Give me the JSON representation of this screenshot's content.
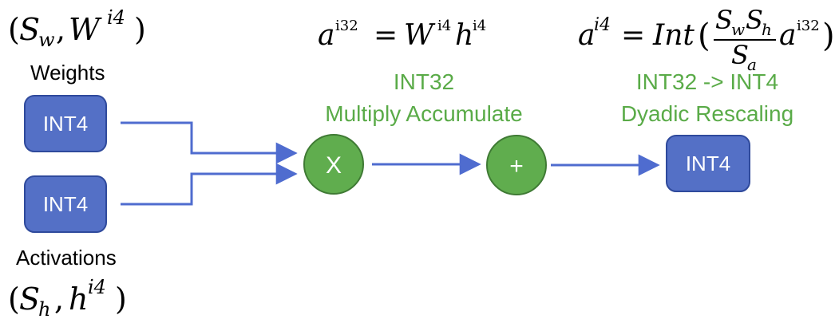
{
  "formulas": {
    "weights_tuple": {
      "open": "(",
      "s": "S",
      "s_sub": "w",
      "comma": ",",
      "var": "W",
      "var_sup": "i4",
      "close": ")"
    },
    "activations_tuple": {
      "open": "(",
      "s": "S",
      "s_sub": "h",
      "comma": ",",
      "var": "h",
      "var_sup": "i4",
      "close": ")"
    },
    "mac": {
      "lhs": "a",
      "lhs_sup": "i32",
      "eq": "=",
      "w": "W",
      "w_sup": "i4",
      "h": "h",
      "h_sup": "i4"
    },
    "rescale": {
      "lhs": "a",
      "lhs_sup": "i4",
      "eq": "=",
      "func": "Int",
      "open": "(",
      "num_s1": "S",
      "num_s1_sub": "w",
      "num_s2": "S",
      "num_s2_sub": "h",
      "den_s": "S",
      "den_s_sub": "a",
      "a": "a",
      "a_sup": "i32",
      "close": ")"
    }
  },
  "labels": {
    "weights": "Weights",
    "activations": "Activations",
    "mac_line1": "INT32",
    "mac_line2": "Multiply Accumulate",
    "rescale_line1": "INT32 -> INT4",
    "rescale_line2": "Dyadic Rescaling"
  },
  "nodes": {
    "weights_box": "INT4",
    "activations_box": "INT4",
    "multiply_op": "X",
    "add_op": "+",
    "output_box": "INT4"
  },
  "colors": {
    "box_fill": "#5470c6",
    "box_border": "#2f4a9c",
    "circle_fill": "#60ad4e",
    "circle_border": "#3f7a34",
    "arrow": "#4f6ccf",
    "green_text": "#5aab48"
  }
}
